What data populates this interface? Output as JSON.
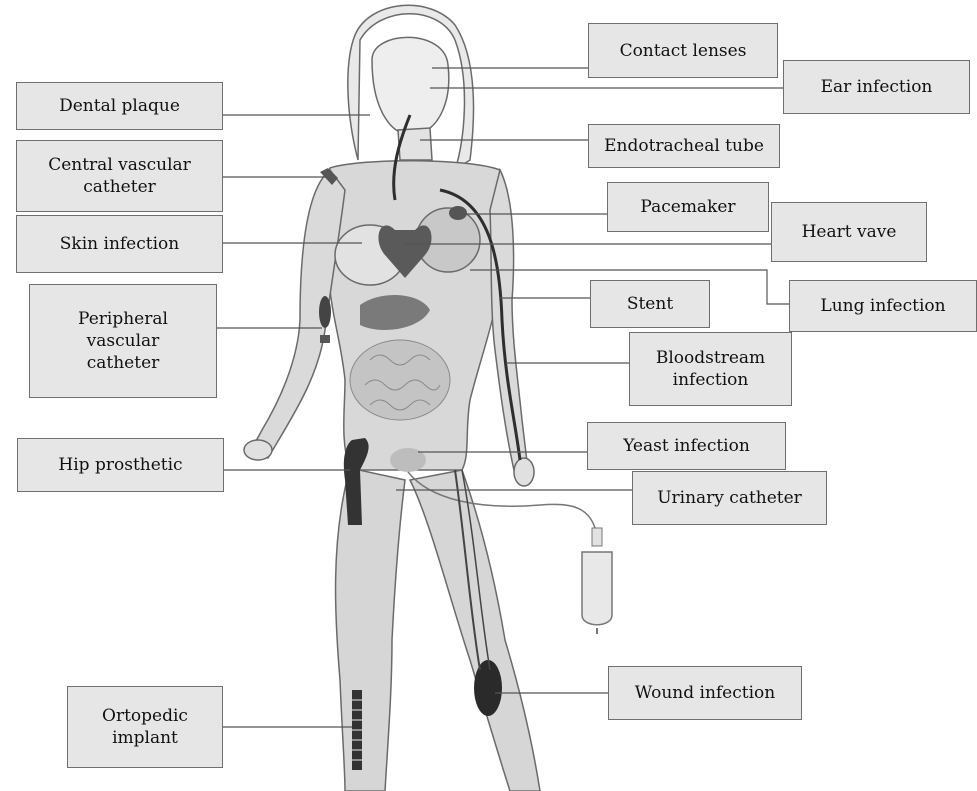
{
  "colors": {
    "box_fill": "#e6e6e6",
    "box_border": "#6f6f6f",
    "leader_line": "#555555",
    "body_fill": "#d9d9d9",
    "body_outline": "#6a6a6a",
    "device_dark": "#2e2e2e"
  },
  "labels": {
    "contact_lenses": "Contact lenses",
    "ear_infection": "Ear infection",
    "dental_plaque": "Dental plaque",
    "endotracheal_tube": "Endotracheal tube",
    "central_vascular_catheter": "Central vascular catheter",
    "pacemaker": "Pacemaker",
    "heart_valve": "Heart vave",
    "skin_infection": "Skin infection",
    "stent": "Stent",
    "lung_infection": "Lung infection",
    "peripheral_vascular_catheter": "Peripheral vascular catheter",
    "bloodstream_infection": "Bloodstream infection",
    "yeast_infection": "Yeast infection",
    "hip_prosthetic": "Hip prosthetic",
    "urinary_catheter": "Urinary catheter",
    "wound_infection": "Wound infection",
    "ortopedic_implant": "Ortopedic implant"
  }
}
